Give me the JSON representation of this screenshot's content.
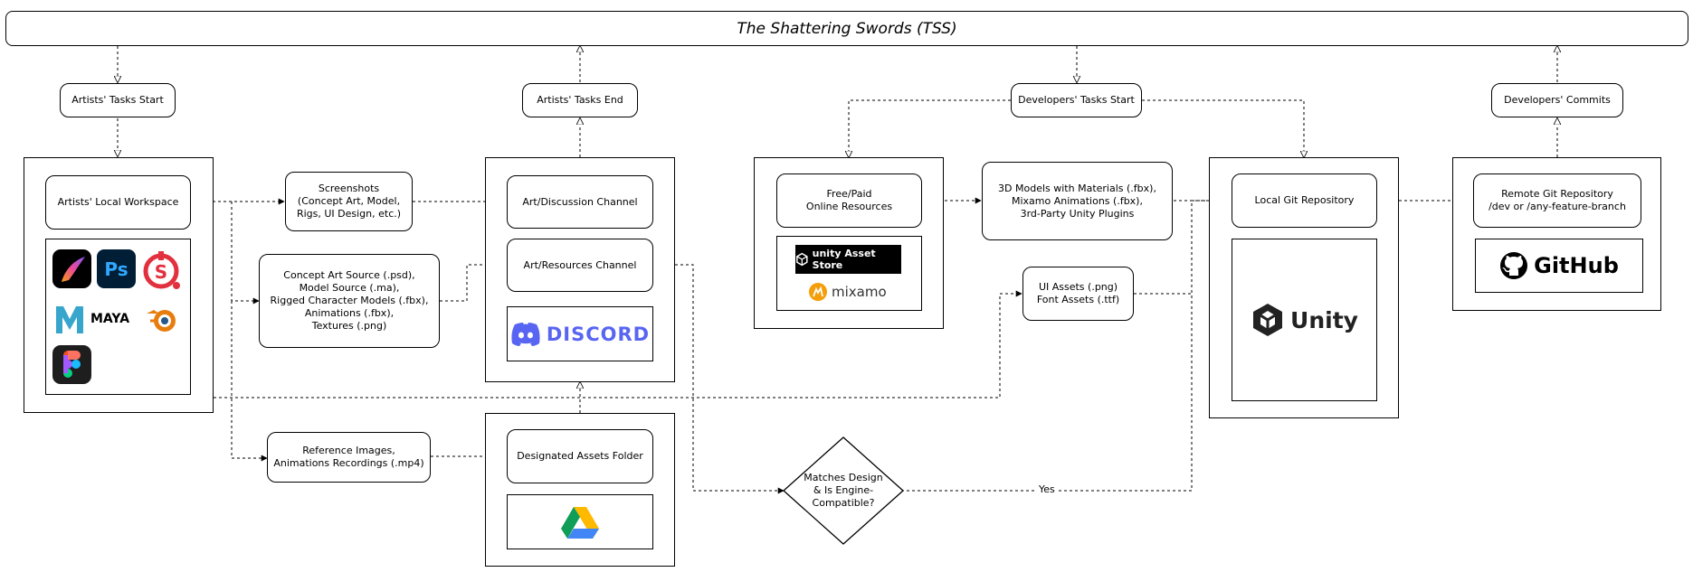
{
  "title": "The Shattering Swords (TSS)",
  "nodes": {
    "artists_tasks_start": "Artists' Tasks Start",
    "artists_tasks_end": "Artists' Tasks End",
    "developers_tasks_start": "Developers' Tasks Start",
    "developers_commits": "Developers' Commits",
    "artists_local_workspace": "Artists' Local Workspace",
    "screenshots": "Screenshots\n(Concept Art, Model,\nRigs, UI Design, etc.)",
    "sources": "Concept Art Source (.psd),\nModel Source (.ma),\nRigged Character Models (.fbx),\nAnimations (.fbx),\nTextures (.png)",
    "reference_images": "Reference Images,\nAnimations Recordings (.mp4)",
    "art_discussion": "Art/Discussion Channel",
    "art_resources": "Art/Resources Channel",
    "designated_assets": "Designated Assets Folder",
    "online_resources": "Free/Paid\nOnline Resources",
    "models_materials": "3D Models with Materials (.fbx),\nMixamo Animations (.fbx),\n3rd-Party Unity Plugins",
    "ui_assets": "UI Assets (.png)\nFont Assets (.ttf)",
    "local_git": "Local Git Repository",
    "remote_git": "Remote Git Repository\n/dev or /any-feature-branch",
    "decision": "Matches Design\n& Is Engine-\nCompatible?"
  },
  "edge_labels": {
    "yes": "Yes"
  },
  "logos": {
    "discord": "DISCORD",
    "unity_asset_store": "unity Asset Store",
    "mixamo": "mixamo",
    "unity": "Unity",
    "github": "GitHub",
    "photoshop": "Ps",
    "maya": "MAYA"
  },
  "colors": {
    "discord": "#5865F2",
    "photoshop_bg": "#001E36",
    "photoshop_fg": "#31A8FF",
    "substance_red": "#E2313E",
    "maya_teal": "#37A5CC",
    "blender_orange": "#E87D0D",
    "mixamo_orange": "#F59E0B"
  }
}
